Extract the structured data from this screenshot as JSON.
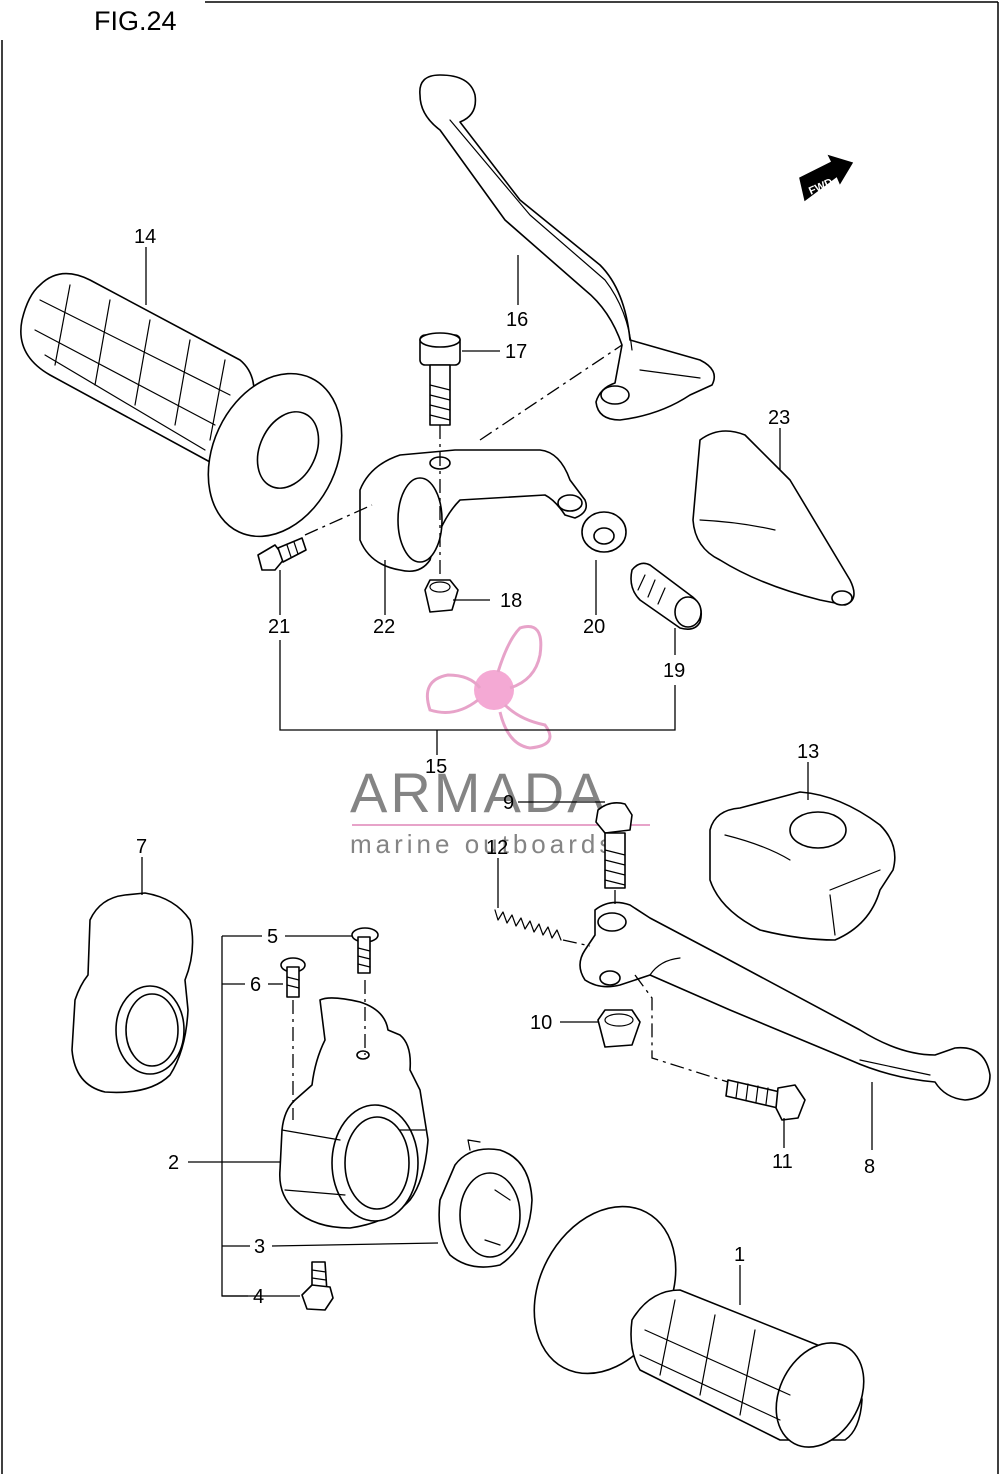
{
  "figure": {
    "title": "FIG.24"
  },
  "direction_marker": {
    "label": "FWD"
  },
  "watermark": {
    "brand": "ARMADA",
    "tagline": "marine outboards",
    "logo_color": "#e7a3c9",
    "logo_center_color": "#f4a9d4",
    "text_color": "#6f6f6f"
  },
  "callouts": {
    "c1": "1",
    "c2": "2",
    "c3": "3",
    "c4": "4",
    "c5": "5",
    "c6": "6",
    "c7": "7",
    "c8": "8",
    "c9": "9",
    "c10": "10",
    "c11": "11",
    "c12": "12",
    "c13": "13",
    "c14": "14",
    "c15": "15",
    "c16": "16",
    "c17": "17",
    "c18": "18",
    "c19": "19",
    "c20": "20",
    "c21": "21",
    "c22": "22",
    "c23": "23"
  }
}
